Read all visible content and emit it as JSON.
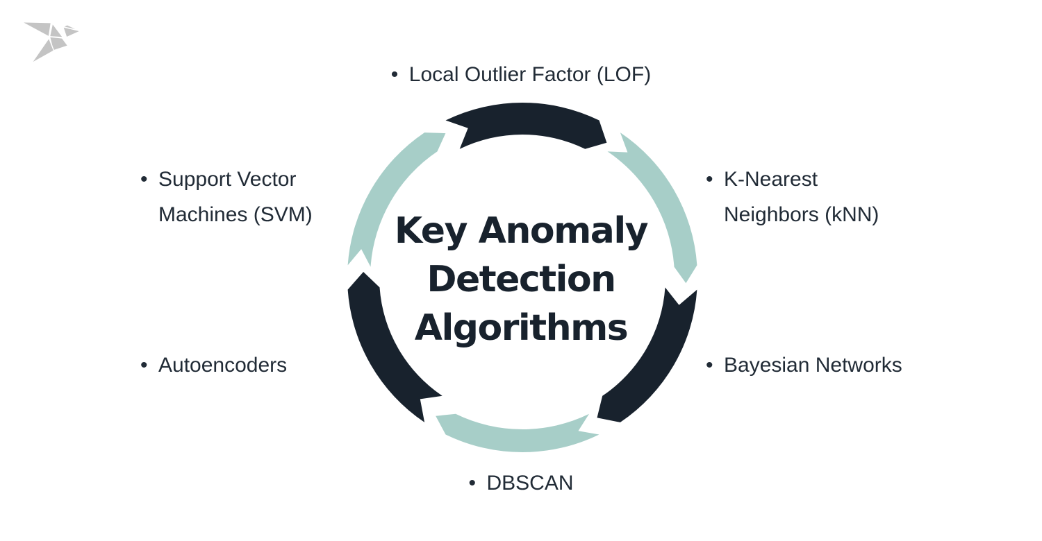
{
  "page": {
    "background": "#ffffff"
  },
  "logo": {
    "name": "origami-bird-logo",
    "color": "#c4c4c4"
  },
  "title": {
    "text": "Key Anomaly Detection Algorithms",
    "lines": [
      "Key Anomaly",
      "Detection",
      "Algorithms"
    ],
    "color": "#18222d"
  },
  "bullet_char": "•",
  "items": [
    {
      "id": "lof",
      "position": "top",
      "lines": [
        "Local Outlier Factor (LOF)"
      ]
    },
    {
      "id": "knn",
      "position": "upper-right",
      "lines": [
        "K-Nearest",
        "Neighbors (kNN)"
      ]
    },
    {
      "id": "bayesian",
      "position": "lower-right",
      "lines": [
        "Bayesian Networks"
      ]
    },
    {
      "id": "dbscan",
      "position": "bottom",
      "lines": [
        "DBSCAN"
      ]
    },
    {
      "id": "autoencoders",
      "position": "lower-left",
      "lines": [
        "Autoencoders"
      ]
    },
    {
      "id": "svm",
      "position": "upper-left",
      "lines": [
        "Support Vector",
        "Machines (SVM)"
      ]
    }
  ],
  "ring": {
    "direction": "clockwise",
    "colors": {
      "dark": "#18222d",
      "teal": "#a7cec8"
    },
    "segments": [
      {
        "position": "top",
        "color": "dark"
      },
      {
        "position": "upper-right",
        "color": "teal"
      },
      {
        "position": "lower-right",
        "color": "dark"
      },
      {
        "position": "bottom",
        "color": "teal"
      },
      {
        "position": "lower-left",
        "color": "dark"
      },
      {
        "position": "upper-left",
        "color": "teal"
      }
    ]
  },
  "text_color": "#212b36"
}
